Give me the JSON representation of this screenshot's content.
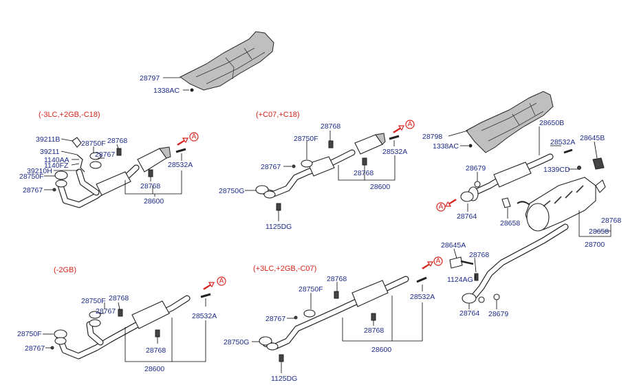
{
  "variants": {
    "v1": "(-3LC,+2GB,-C18)",
    "v2": "(+C07,+C18)",
    "v3": "(-2GB)",
    "v4": "(+3LC,+2GB,-C07)"
  },
  "ref_marker": "A",
  "heat_shield_front": {
    "part": "28797",
    "bolt": "1338AC"
  },
  "heat_shield_center": {
    "part": "28798",
    "bolt": "1338AC"
  },
  "assembly_v1": {
    "labels": [
      "39211B",
      "39211",
      "1140AA",
      "1140FZ",
      "39210H",
      "28750F",
      "28767",
      "28750F",
      "28768",
      "28767",
      "28768",
      "28532A",
      "28600"
    ]
  },
  "assembly_v2": {
    "labels": [
      "28768",
      "28750F",
      "28767",
      "28750G",
      "1125DG",
      "28768",
      "28532A",
      "28600"
    ]
  },
  "assembly_v3": {
    "labels": [
      "28750F",
      "28768",
      "28767",
      "28750F",
      "28767",
      "28768",
      "28532A",
      "28600"
    ]
  },
  "assembly_v4": {
    "labels": [
      "28768",
      "28750F",
      "28767",
      "28750G",
      "1125DG",
      "28768",
      "28532A",
      "28600"
    ]
  },
  "center_pipe": {
    "labels": [
      "28650B",
      "28532A",
      "28645B",
      "1339CD",
      "28679",
      "28764",
      "28658"
    ]
  },
  "rear_muffler": {
    "labels": [
      "28768",
      "28658",
      "28700",
      "28645A",
      "28768",
      "1124AG",
      "28764",
      "28679"
    ]
  }
}
